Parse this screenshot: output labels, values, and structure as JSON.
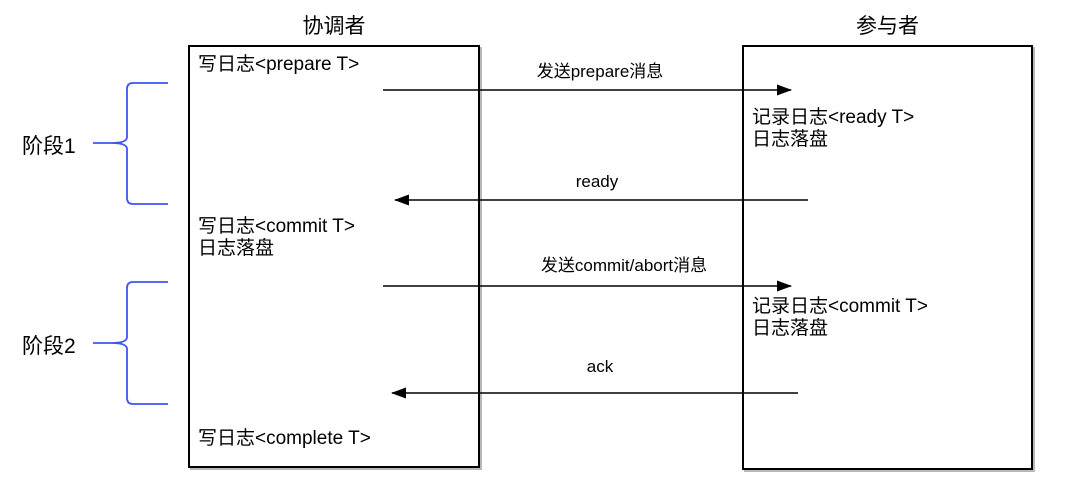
{
  "coordinator": {
    "title": "协调者",
    "log_prepare": "写日志<prepare T>",
    "log_commit_line1": "写日志<commit T>",
    "log_commit_line2": "日志落盘",
    "log_complete": "写日志<complete T>"
  },
  "participant": {
    "title": "参与者",
    "log_ready_line1": "记录日志<ready T>",
    "log_ready_line2": "日志落盘",
    "log_commit_line1": "记录日志<commit T>",
    "log_commit_line2": "日志落盘"
  },
  "messages": {
    "prepare": "发送prepare消息",
    "ready": "ready",
    "commit_abort": "发送commit/abort消息",
    "ack": "ack"
  },
  "phases": [
    {
      "label": "阶段1"
    },
    {
      "label": "阶段2"
    }
  ],
  "colors": {
    "brace_accent": "#3d56f0",
    "line": "#000000",
    "text": "#000000",
    "background": "#ffffff"
  }
}
